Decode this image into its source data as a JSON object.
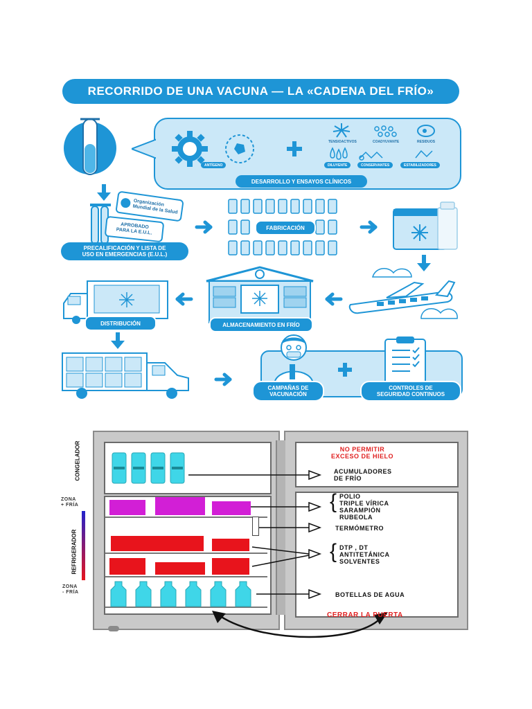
{
  "cold_chain": {
    "title": "RECORRIDO DE UNA VACUNA — LA «CADENA DEL FRÍO»",
    "development": {
      "antigen_label": "ANTÍGENO",
      "stage_label": "DESARROLLO Y ENSAYOS CLÍNICOS",
      "components": [
        "TENSIOACTIVOS",
        "COADYUVANTE",
        "RESIDUOS",
        "DILUYENTE",
        "CONSERVANTES",
        "ESTABILIZADORES"
      ]
    },
    "who_badge": "Organización\nMundial de la Salud",
    "approved_badge": "APROBADO\nPARA LA E.U.L.",
    "prequalification_label": "PRECALIFICACIÓN Y LISTA DE\nUSO EN EMERGENCIAS (E.U.L.)",
    "manufacturing_label": "FABRICACIÓN",
    "distribution_label": "DISTRIBUCIÓN",
    "storage_label": "ALMACENAMIENTO EN FRÍO",
    "campaigns_label": "CAMPAÑAS DE\nVACUNACIÓN",
    "controls_label": "CONTROLES DE\nSEGURIDAD CONTINUOS",
    "accent_color": "#1e95d6",
    "light_color": "#cbe8f8"
  },
  "fridge": {
    "freezer_side_label": "CONGELADOR",
    "fridge_side_label": "REFRIGERADOR",
    "zone_top": "ZONA\n+ FRÍA",
    "zone_bottom": "ZONA\n- FRÍA",
    "no_ice_warning": "NO PERMITIR\nEXCESO DE HIELO",
    "accumulators": "ACUMULADORES\nDE FRÍO",
    "vaccines_top": "POLIO\nTRIPLE VÍRICA\nSARAMPIÓN\nRUBEOLA",
    "thermometer": "TERMÓMETRO",
    "vaccines_mid": "DTP ,  DT\nANTITETÁNICA\nSOLVENTES",
    "water_bottles": "BOTELLAS DE AGUA",
    "close_door": "CERRAR LA PUERTA",
    "colors": {
      "magenta": "#d21fd6",
      "red": "#e8141c",
      "cyan": "#3fd6e8",
      "warning": "#e02020"
    }
  }
}
